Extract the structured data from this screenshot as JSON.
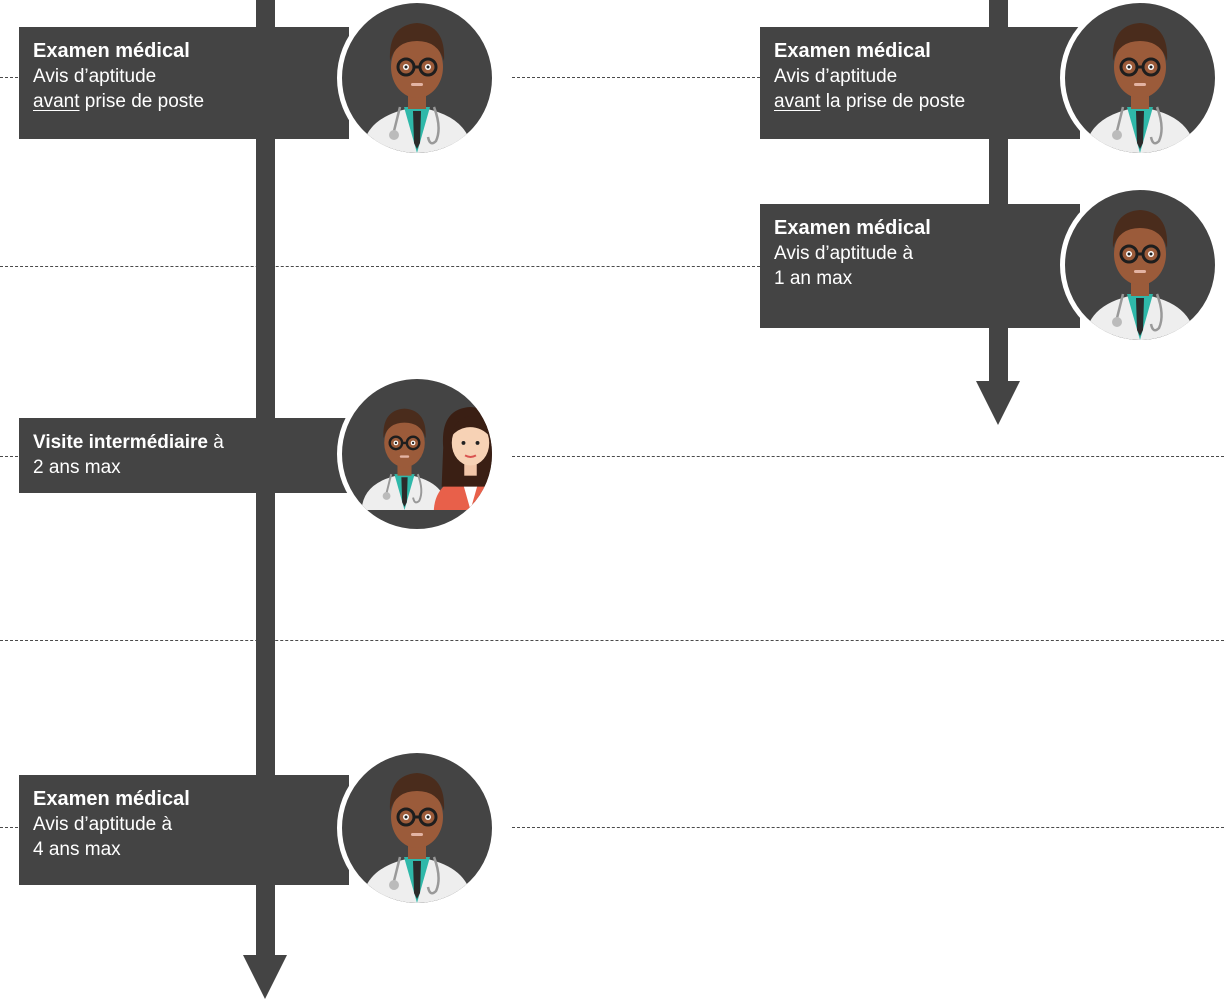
{
  "colors": {
    "dark": "#444444",
    "skin": "#9b5b3a",
    "hair": "#4a2c1c",
    "coat": "#eeeeee",
    "shirt": "#2fb8a9",
    "female_top": "#e8604a"
  },
  "left_column": [
    {
      "title": "Examen médical",
      "line1": "Avis d’aptitude",
      "line2_under": "avant",
      "line2_rest": " prise de poste",
      "avatar": "doctor-avatar"
    },
    {
      "title": "Visite intermédiaire",
      "title_suffix": " à",
      "line1": "2 ans max",
      "avatar": "doctor-and-nurse-avatar"
    },
    {
      "title": "Examen médical",
      "line1": "Avis d’aptitude à",
      "line2": "4 ans max",
      "avatar": "doctor-avatar"
    }
  ],
  "right_column": [
    {
      "title": "Examen médical",
      "line1": "Avis d’aptitude",
      "line2_under": "avant",
      "line2_rest": " la prise de poste",
      "avatar": "doctor-avatar"
    },
    {
      "title": "Examen médical",
      "line1": "Avis d’aptitude à",
      "line2": "1 an max",
      "avatar": "doctor-avatar"
    }
  ]
}
